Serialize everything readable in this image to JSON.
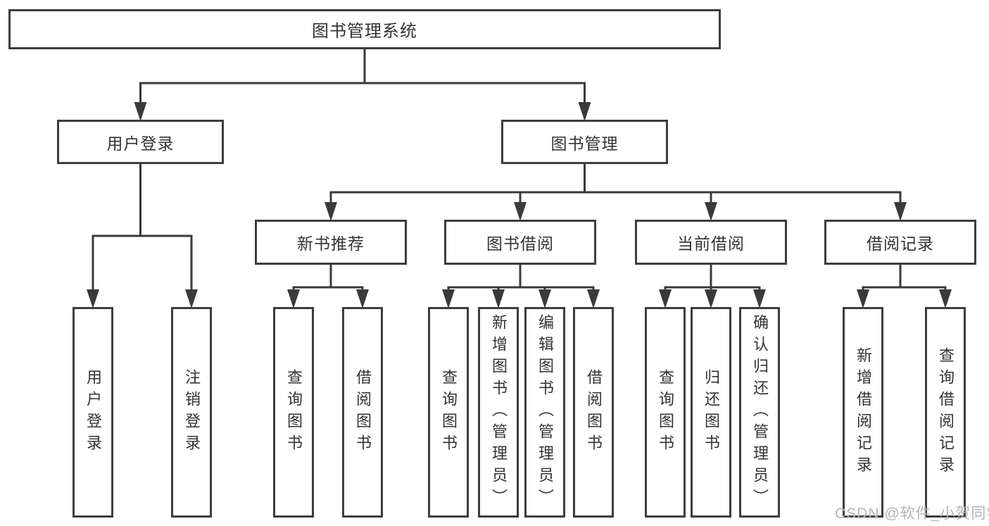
{
  "diagram": {
    "line_color": "#3a3a3a",
    "box_border_color": "#3d3d3d",
    "text_color": "#333333",
    "tree": {
      "label": "图书管理系统",
      "children": [
        {
          "label": "用户登录",
          "children": [
            {
              "label": "用户登录"
            },
            {
              "label": "注销登录"
            }
          ]
        },
        {
          "label": "图书管理",
          "children": [
            {
              "label": "新书推荐",
              "children": [
                {
                  "label": "查询图书"
                },
                {
                  "label": "借阅图书"
                }
              ]
            },
            {
              "label": "图书借阅",
              "children": [
                {
                  "label": "查询图书"
                },
                {
                  "label": "新增图书（管理员）"
                },
                {
                  "label": "编辑图书（管理员）"
                },
                {
                  "label": "借阅图书"
                }
              ]
            },
            {
              "label": "当前借阅",
              "children": [
                {
                  "label": "查询图书"
                },
                {
                  "label": "归还图书"
                },
                {
                  "label": "确认归还（管理员）"
                }
              ]
            },
            {
              "label": "借阅记录",
              "children": [
                {
                  "label": "新增借阅记录"
                },
                {
                  "label": "查询借阅记录"
                }
              ]
            }
          ]
        }
      ]
    }
  },
  "watermark": {
    "text": "CSDN @软件_小贺同学",
    "color": "#b5b5b5"
  }
}
